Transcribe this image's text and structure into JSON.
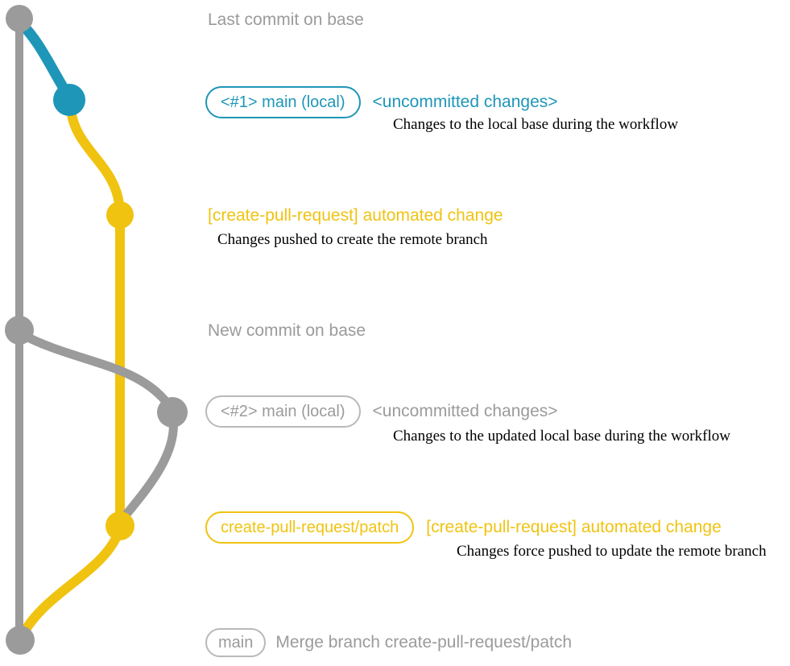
{
  "colors": {
    "bg": "#ffffff",
    "gray": "#9b9b9b",
    "graylight": "#b9b9b9",
    "teal": "#1e96b8",
    "yellow": "#f0c311",
    "ink": "#000000"
  },
  "rows": {
    "last_commit_on_base": {
      "label": "Last commit on base"
    },
    "uncommitted_1": {
      "badge": "<#1> main (local)",
      "title": "<uncommitted changes>",
      "note": "Changes to the local base during the workflow"
    },
    "automated_change_1": {
      "title": "[create-pull-request] automated change",
      "note": "Changes pushed to create the remote branch"
    },
    "new_commit_on_base": {
      "label": "New commit on base"
    },
    "uncommitted_2": {
      "badge": "<#2> main (local)",
      "title": "<uncommitted changes>",
      "note": "Changes to the updated local base during the workflow"
    },
    "automated_change_2": {
      "badge": "create-pull-request/patch",
      "title": "[create-pull-request] automated change",
      "note": "Changes force pushed to update the remote branch"
    },
    "merge": {
      "badge": "main",
      "title": "Merge branch create-pull-request/patch"
    }
  }
}
